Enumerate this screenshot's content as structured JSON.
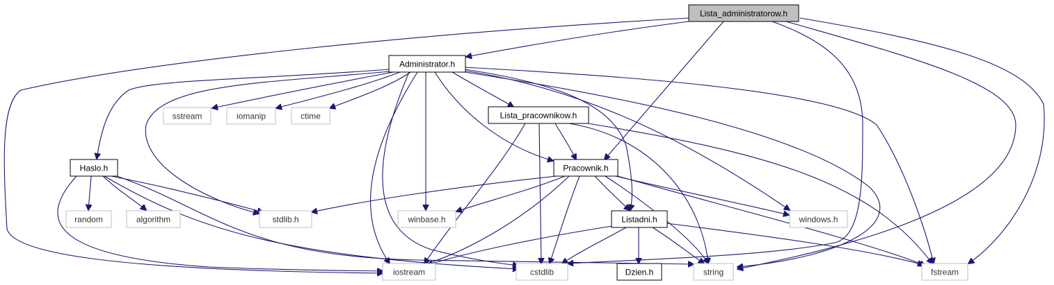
{
  "colors": {
    "edge": "#191970",
    "main_fill": "#bfbfbf",
    "documented_border": "#000000",
    "system_border": "#bfbfbf"
  },
  "nodes": {
    "lista_administratorow": "Lista_administratorow.h",
    "administrator": "Administrator.h",
    "sstream": "sstream",
    "iomanip": "iomanip",
    "ctime": "ctime",
    "lista_pracownikow": "Lista_pracownikow.h",
    "haslo": "Haslo.h",
    "pracownik": "Pracownik.h",
    "random": "random",
    "algorithm": "algorithm",
    "stdlib": "stdlib.h",
    "winbase": "winbase.h",
    "listadni": "Listadni.h",
    "windows": "windows.h",
    "iostream": "iostream",
    "cstdlib": "cstdlib",
    "dzien": "Dzien.h",
    "string": "string",
    "fstream": "fstream"
  }
}
